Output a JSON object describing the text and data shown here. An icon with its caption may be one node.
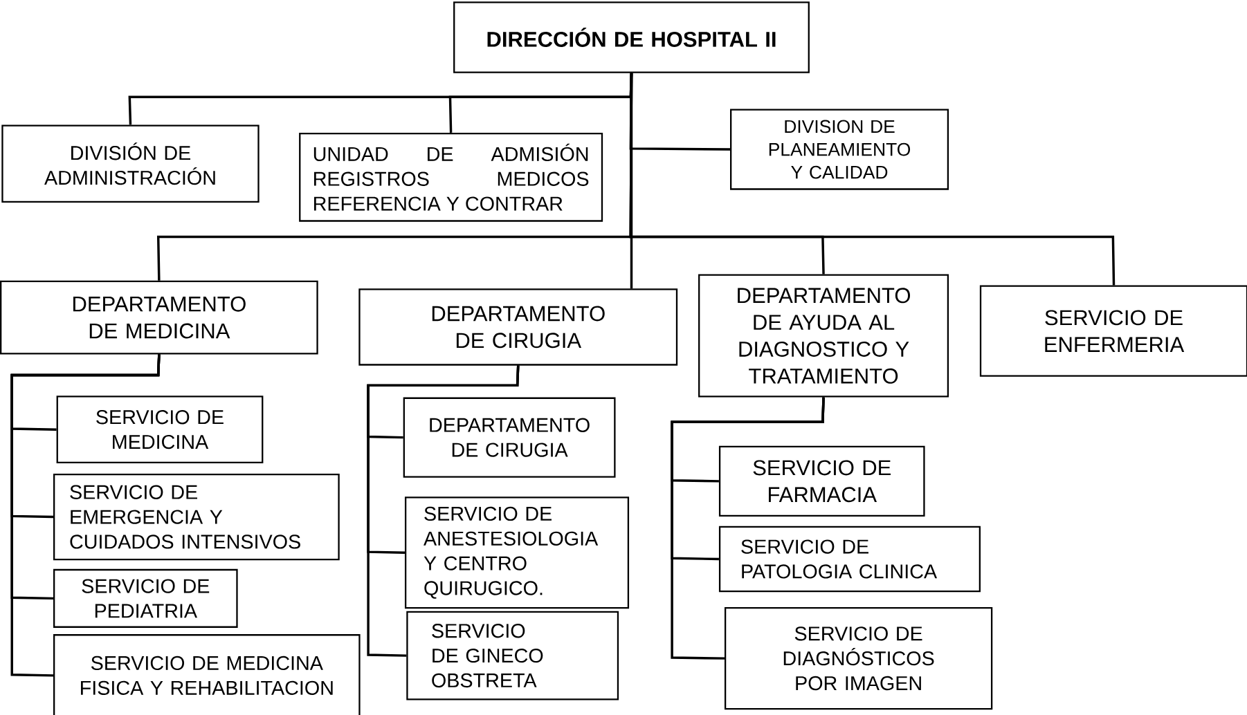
{
  "diagram": {
    "nodes": [
      {
        "text": [
          "DIRECCIÓN DE HOSPITAL II"
        ]
      },
      {
        "text": [
          "DIVISIÓN DE ADMINISTRACIÓN"
        ]
      },
      {
        "text": [
          "UNIDAD DE ADMISIÓN REGISTROS MEDICOS REFERENCIA Y CONTRAR"
        ]
      },
      {
        "text": [
          "DIVISION DE PLANEAMIENTO Y CALIDAD"
        ]
      },
      {
        "text": [
          "DEPARTAMENTO DE MEDICINA"
        ]
      },
      {
        "text": [
          "DEPARTAMENTO DE CIRUGIA"
        ]
      },
      {
        "text": [
          "DEPARTAMENTO DE AYUDA AL DIAGNOSTICO Y TRATAMIENTO"
        ]
      },
      {
        "text": [
          "SERVICIO DE ENFERMERIA"
        ]
      },
      {
        "text": [
          "SERVICIO DE MEDICINA"
        ]
      },
      {
        "text": [
          "SERVICIO DE EMERGENCIA Y CUIDADOS INTENSIVOS"
        ]
      },
      {
        "text": [
          "SERVICIO DE PEDIATRIA"
        ]
      },
      {
        "text": [
          "SERVICIO DE MEDICINA FISICA Y REHABILITACION"
        ]
      },
      {
        "text": [
          "DEPARTAMENTO DE CIRUGIA"
        ]
      },
      {
        "text": [
          "SERVICIO DE ANESTESIOLOGIA Y CENTRO QUIRUGICO."
        ]
      },
      {
        "text": [
          "SERVICIO DE GINECO OBSTRETA"
        ]
      },
      {
        "text": [
          "SERVICIO DE FARMACIA"
        ]
      },
      {
        "text": [
          "SERVICIO DE PATOLOGIA CLINICA"
        ]
      },
      {
        "text": [
          "SERVICIO DE DIAGNÓSTICOS POR IMAGEN"
        ]
      }
    ],
    "edges": [
      {
        "from": 0,
        "to": 1,
        "arrow": "none"
      },
      {
        "from": 0,
        "to": 2,
        "arrow": "none"
      },
      {
        "from": 0,
        "to": 3,
        "arrow": "none"
      },
      {
        "from": 0,
        "to": 4,
        "arrow": "none"
      },
      {
        "from": 0,
        "to": 5,
        "arrow": "none"
      },
      {
        "from": 0,
        "to": 6,
        "arrow": "none"
      },
      {
        "from": 0,
        "to": 7,
        "arrow": "none"
      },
      {
        "from": 4,
        "to": 8,
        "arrow": "none"
      },
      {
        "from": 4,
        "to": 9,
        "arrow": "none"
      },
      {
        "from": 4,
        "to": 10,
        "arrow": "none"
      },
      {
        "from": 4,
        "to": 11,
        "arrow": "none"
      },
      {
        "from": 5,
        "to": 12,
        "arrow": "none"
      },
      {
        "from": 5,
        "to": 13,
        "arrow": "none"
      },
      {
        "from": 5,
        "to": 14,
        "arrow": "none"
      },
      {
        "from": 6,
        "to": 15,
        "arrow": "none"
      },
      {
        "from": 6,
        "to": 16,
        "arrow": "none"
      },
      {
        "from": 6,
        "to": 17,
        "arrow": "none"
      }
    ]
  }
}
